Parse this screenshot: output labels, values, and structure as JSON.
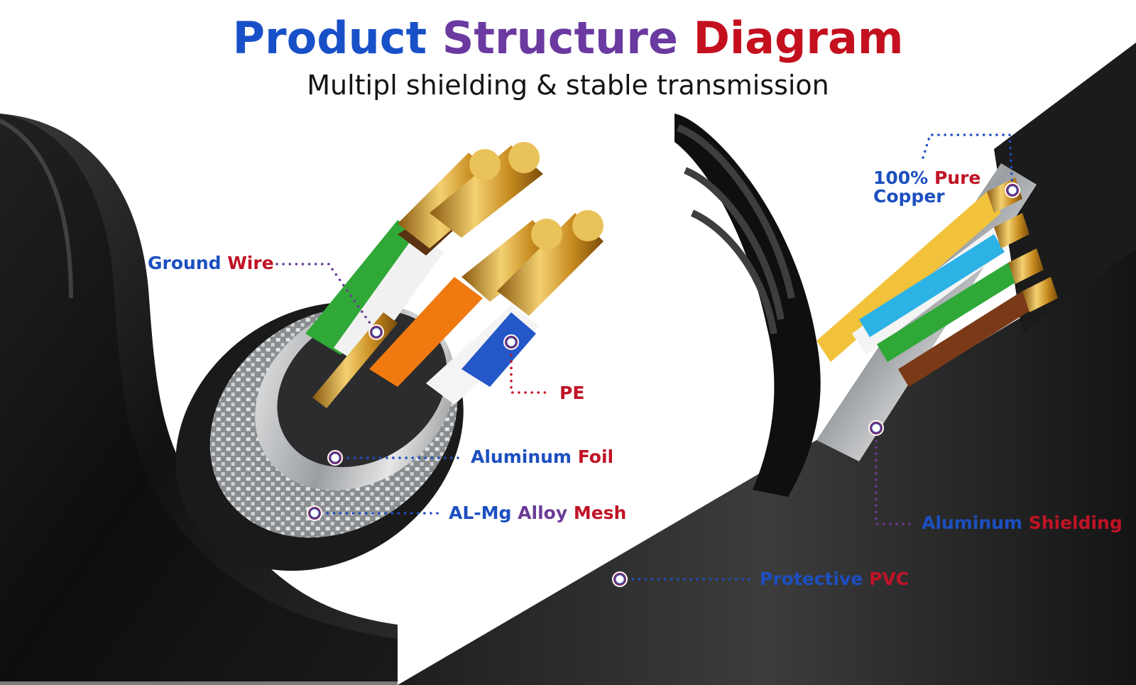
{
  "title": {
    "word1": "Product",
    "word2": "Structure",
    "word3": "Diagram"
  },
  "subtitle": "Multipl shielding  &  stable transmission",
  "labels": {
    "ground_wire": {
      "part1": "Ground",
      "part2": "Wire"
    },
    "pe": {
      "text": "PE"
    },
    "aluminum_foil": {
      "part1": "Aluminum",
      "part2": "Foil"
    },
    "alloy_mesh": {
      "part1": "AL-Mg",
      "part2": "Alloy",
      "part3": "Mesh"
    },
    "pure_copper": {
      "line1a": "100%",
      "line1b": "Pure",
      "line2": "Copper"
    },
    "aluminum_shielding": {
      "part1": "Aluminum",
      "part2": "Shielding"
    },
    "protective_pvc": {
      "part1": "Protective",
      "part2": "PVC"
    }
  },
  "colors": {
    "blue": "#1c4fc0",
    "purple": "#6b3b96",
    "red": "#c01325",
    "cable_jacket": "#151515",
    "copper": "#d4a23a",
    "shield": "#c8cacc"
  }
}
